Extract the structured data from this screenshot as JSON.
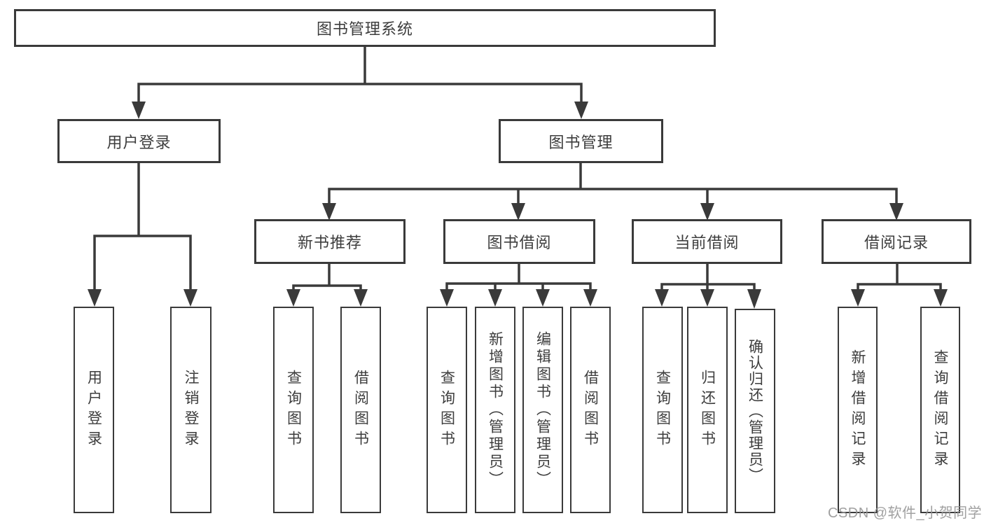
{
  "diagram": {
    "title": "图书管理系统",
    "root": {
      "label": "图书管理系统"
    },
    "level2": [
      {
        "label": "用户登录"
      },
      {
        "label": "图书管理"
      }
    ],
    "level3": [
      {
        "label": "新书推荐",
        "parent": "图书管理"
      },
      {
        "label": "图书借阅",
        "parent": "图书管理"
      },
      {
        "label": "当前借阅",
        "parent": "图书管理"
      },
      {
        "label": "借阅记录",
        "parent": "图书管理"
      }
    ],
    "leaves": [
      {
        "label": "用户登录",
        "parent": "用户登录"
      },
      {
        "label": "注销登录",
        "parent": "用户登录"
      },
      {
        "label": "查询图书",
        "parent": "新书推荐"
      },
      {
        "label": "借阅图书",
        "parent": "新书推荐"
      },
      {
        "label": "查询图书",
        "parent": "图书借阅"
      },
      {
        "label": "新增图书（管理员）",
        "parent": "图书借阅"
      },
      {
        "label": "编辑图书（管理员）",
        "parent": "图书借阅"
      },
      {
        "label": "借阅图书",
        "parent": "图书借阅"
      },
      {
        "label": "查询图书",
        "parent": "当前借阅"
      },
      {
        "label": "归还图书",
        "parent": "当前借阅"
      },
      {
        "label": "确认归还（管理员）",
        "parent": "当前借阅"
      },
      {
        "label": "新增借阅记录",
        "parent": "借阅记录"
      },
      {
        "label": "查询借阅记录",
        "parent": "借阅记录"
      }
    ],
    "colors": {
      "line": "#3a3a3a",
      "text": "#3d3d3d",
      "background": "#ffffff"
    }
  },
  "watermark": {
    "text": "CSDN @软件_小贺同学",
    "color": "#969696"
  }
}
